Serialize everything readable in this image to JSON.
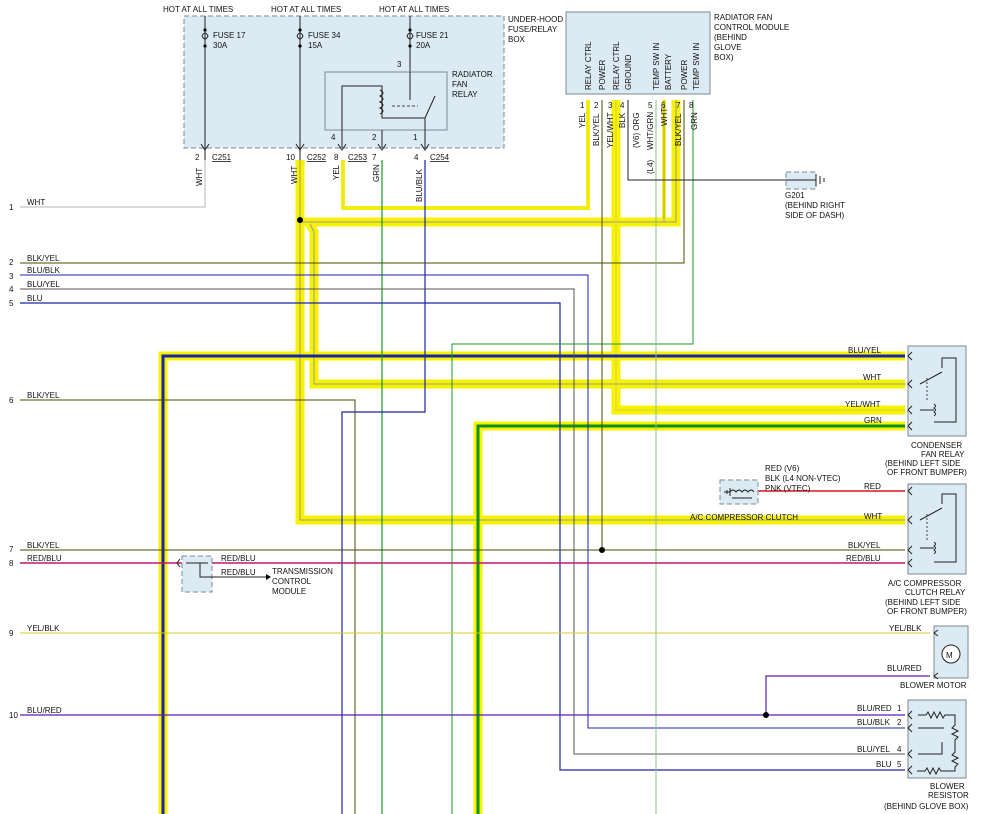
{
  "header": {
    "hot1": "HOT AT ALL TIMES",
    "hot2": "HOT AT ALL TIMES",
    "hot3": "HOT AT ALL TIMES"
  },
  "fusebox": {
    "title1": "UNDER-HOOD",
    "title2": "FUSE/RELAY",
    "title3": "BOX",
    "fuse17": "FUSE 17",
    "fuse17_amp": "30A",
    "fuse34": "FUSE 34",
    "fuse34_amp": "15A",
    "fuse21": "FUSE 21",
    "fuse21_amp": "20A",
    "relay1": "RADIATOR",
    "relay2": "FAN",
    "relay3": "RELAY",
    "pin3": "3",
    "pin4": "4",
    "pin2": "2",
    "pin1": "1"
  },
  "connectors": {
    "c251_pin": "2",
    "c251": "C251",
    "c252_pin": "10",
    "c252": "C252",
    "c253_pin8": "8",
    "c253": "C253",
    "c253_pin7": "7",
    "c254_pin": "4",
    "c254": "C254"
  },
  "wire_labels": {
    "wht1": "WHT",
    "wht2": "WHT",
    "yel": "YEL",
    "grn": "GRN",
    "blublk": "BLU/BLK"
  },
  "module": {
    "title1": "RADIATOR FAN",
    "title2": "CONTROL MODULE",
    "title3": "(BEHIND",
    "title4": "GLOVE",
    "title5": "BOX)",
    "pins": [
      {
        "num": "1",
        "name": "RELAY CTRL",
        "wire": "YEL"
      },
      {
        "num": "2",
        "name": "POWER",
        "wire": "BLK/YEL"
      },
      {
        "num": "3",
        "name": "RELAY CTRL",
        "wire": "YEL/WHT"
      },
      {
        "num": "4",
        "name": "GROUND",
        "wire": "BLK"
      },
      {
        "num": "5",
        "name": "TEMP SW IN",
        "wire": "WHT/GRN"
      },
      {
        "num": "6",
        "name": "BATTERY",
        "wire": "WHT"
      },
      {
        "num": "7",
        "name": "POWER",
        "wire": "BLK/YEL"
      },
      {
        "num": "8",
        "name": "TEMP SW IN",
        "wire": "GRN"
      }
    ],
    "v6_org": "(V6) ORG",
    "l4": "(L4)"
  },
  "ground": {
    "name": "G201",
    "loc1": "(BEHIND RIGHT",
    "loc2": "SIDE OF DASH)"
  },
  "rows": [
    {
      "num": "1",
      "label": "WHT"
    },
    {
      "num": "2",
      "label": "BLK/YEL"
    },
    {
      "num": "3",
      "label": "BLU/BLK"
    },
    {
      "num": "4",
      "label": "BLU/YEL"
    },
    {
      "num": "5",
      "label": "BLU"
    },
    {
      "num": "6",
      "label": "BLK/YEL"
    },
    {
      "num": "7",
      "label": "BLK/YEL"
    },
    {
      "num": "8",
      "label": "RED/BLU"
    },
    {
      "num": "9",
      "label": "YEL/BLK"
    },
    {
      "num": "10",
      "label": "BLU/RED"
    }
  ],
  "condenser_relay": {
    "w1": "BLU/YEL",
    "w2": "WHT",
    "w3": "YEL/WHT",
    "w4": "GRN",
    "t1": "CONDENSER",
    "t2": "FAN RELAY",
    "t3": "(BEHIND LEFT SIDE",
    "t4": "OF FRONT BUMPER)"
  },
  "clutch": {
    "v6": "RED  (V6)",
    "l4": "BLK  (L4 NON-VTEC)",
    "vtec": "PNK  (VTEC)",
    "name": "A/C COMPRESSOR CLUTCH",
    "red": "RED",
    "wht": "WHT"
  },
  "clutch_relay": {
    "w1": "BLK/YEL",
    "w2": "RED/BLU",
    "t1": "A/C COMPRESSOR",
    "t2": "CLUTCH RELAY",
    "t3": "(BEHIND LEFT SIDE",
    "t4": "OF FRONT BUMPER)"
  },
  "tcm": {
    "w1": "RED/BLU",
    "w2": "RED/BLU",
    "t1": "TRANSMISSION",
    "t2": "CONTROL",
    "t3": "MODULE"
  },
  "blower_motor": {
    "w1": "YEL/BLK",
    "w2": "BLU/RED",
    "m": "M",
    "name": "BLOWER MOTOR"
  },
  "blower_resistor": {
    "w1": "BLU/RED",
    "p1": "1",
    "w2": "BLU/BLK",
    "p2": "2",
    "w3": "BLU/YEL",
    "p4": "4",
    "w4": "BLU",
    "p5": "5",
    "t1": "BLOWER",
    "t2": "RESISTOR",
    "t3": "(BEHIND GLOVE BOX)"
  }
}
